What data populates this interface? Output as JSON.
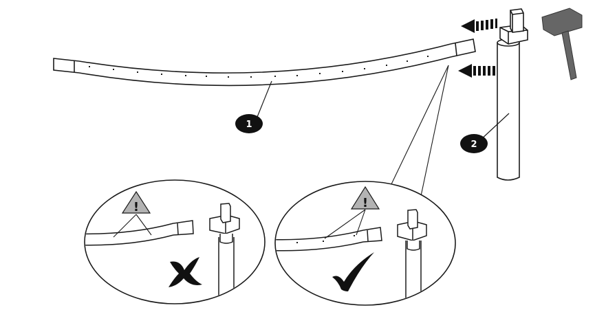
{
  "diagram": {
    "callouts": [
      {
        "id": "1",
        "label": "1"
      },
      {
        "id": "2",
        "label": "2"
      }
    ],
    "warning_symbol": "!",
    "icons": {
      "warning": "warning-triangle-icon",
      "incorrect": "cross-mark-icon",
      "correct": "check-mark-icon",
      "hammer": "hammer-icon",
      "direction": "direction-arrow-icon"
    },
    "colors": {
      "stroke": "#1a1a1a",
      "callout_fill": "#111111",
      "warning_fill": "#b3b3b3",
      "hammer_fill": "#666666",
      "mark_fill": "#111111"
    }
  }
}
